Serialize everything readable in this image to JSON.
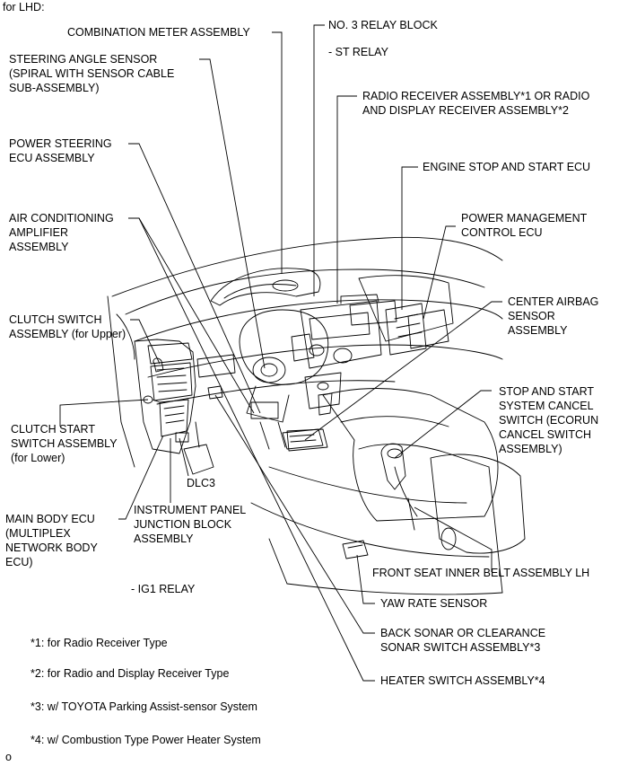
{
  "header": "for LHD:",
  "labels": {
    "combination_meter": "COMBINATION METER ASSEMBLY",
    "no3_relay_block": "NO. 3 RELAY BLOCK",
    "st_relay": "- ST RELAY",
    "steering_angle_sensor": "STEERING ANGLE SENSOR\n(SPIRAL WITH SENSOR CABLE\nSUB-ASSEMBLY)",
    "radio_receiver": "RADIO RECEIVER ASSEMBLY*1 OR RADIO\nAND DISPLAY RECEIVER ASSEMBLY*2",
    "power_steering_ecu": "POWER STEERING\nECU ASSEMBLY",
    "engine_stop_start_ecu": "ENGINE STOP AND START ECU",
    "air_conditioning_amplifier": "AIR CONDITIONING\nAMPLIFIER\nASSEMBLY",
    "power_management_ecu": "POWER MANAGEMENT\nCONTROL ECU",
    "clutch_switch_upper": "CLUTCH SWITCH\nASSEMBLY (for Upper)",
    "center_airbag_sensor": "CENTER AIRBAG\nSENSOR\nASSEMBLY",
    "clutch_start_switch_lower": "CLUTCH START\nSWITCH ASSEMBLY\n(for Lower)",
    "stop_start_cancel_switch": "STOP AND START\nSYSTEM CANCEL\nSWITCH (ECORUN\nCANCEL SWITCH\nASSEMBLY)",
    "dlc3": "DLC3",
    "main_body_ecu": "MAIN BODY ECU\n(MULTIPLEX\nNETWORK BODY\nECU)",
    "instrument_panel_jb": "INSTRUMENT PANEL\nJUNCTION BLOCK\nASSEMBLY",
    "front_seat_inner_belt": "FRONT SEAT INNER BELT ASSEMBLY LH",
    "ig1_relay": "- IG1 RELAY",
    "yaw_rate_sensor": "YAW RATE SENSOR",
    "back_sonar_switch": "BACK SONAR OR CLEARANCE\nSONAR SWITCH ASSEMBLY*3",
    "heater_switch": "HEATER SWITCH ASSEMBLY*4"
  },
  "notes": [
    "*1: for Radio Receiver Type",
    "*2: for Radio and Display Receiver Type",
    "*3: w/ TOYOTA Parking Assist-sensor System",
    "*4: w/ Combustion Type Power Heater System"
  ],
  "figure_code": "o"
}
